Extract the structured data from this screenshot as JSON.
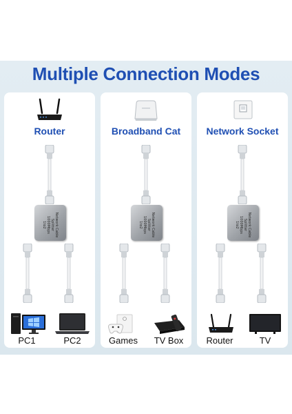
{
  "title": "Multiple Connection Modes",
  "splitter_text": [
    "Network Cable Splitter",
    "1000Mbps 1to2"
  ],
  "cards": [
    {
      "title": "Router",
      "source_icon": "wifi-router-icon",
      "devices": [
        {
          "label": "PC1",
          "icon": "desktop-pc-icon"
        },
        {
          "label": "PC2",
          "icon": "laptop-icon"
        }
      ]
    },
    {
      "title": "Broadband Cat",
      "source_icon": "modem-icon",
      "devices": [
        {
          "label": "Games",
          "icon": "game-console-icon"
        },
        {
          "label": "TV Box",
          "icon": "tv-box-icon"
        }
      ]
    },
    {
      "title": "Network Socket",
      "source_icon": "wall-socket-icon",
      "devices": [
        {
          "label": "Router",
          "icon": "wifi-router-icon"
        },
        {
          "label": "TV",
          "icon": "tv-icon"
        }
      ]
    }
  ],
  "colors": {
    "accent": "#1f4fb3",
    "panel": "#e3edf3",
    "cable": "#f2f3f4",
    "plug": "#cfd3d7"
  }
}
